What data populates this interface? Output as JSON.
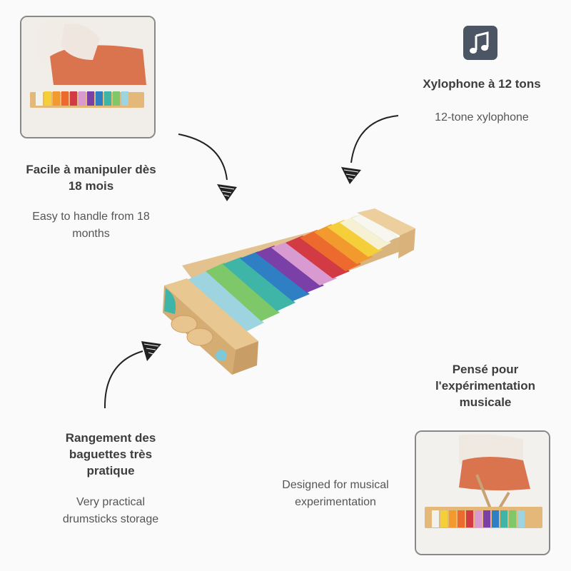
{
  "features": {
    "easy": {
      "title_fr": "Facile à manipuler dès 18 mois",
      "title_fr_line1": "Facile à manipuler dès",
      "title_fr_line2": "18 mois",
      "subtitle_en_line1": "Easy to handle from 18",
      "subtitle_en_line2": "months"
    },
    "tones": {
      "title_fr": "Xylophone à 12 tons",
      "subtitle_en": "12-tone xylophone",
      "icon": "music-note-icon"
    },
    "storage": {
      "title_fr_line1": "Rangement des",
      "title_fr_line2": "baguettes très",
      "title_fr_line3": "pratique",
      "subtitle_en_line1": "Very practical",
      "subtitle_en_line2": "drumsticks storage"
    },
    "experiment": {
      "title_fr_line1": "Pensé pour",
      "title_fr_line2": "l'expérimentation",
      "title_fr_line3": "musicale",
      "subtitle_en_line1": "Designed for musical",
      "subtitle_en_line2": "experimentation"
    }
  },
  "colors": {
    "bars": [
      "#9ed4e0",
      "#7fc86a",
      "#3fb5a8",
      "#2f7fc4",
      "#7b3fa8",
      "#d99ad2",
      "#d23a44",
      "#ec6a2e",
      "#f29a2e",
      "#f4cf3a",
      "#f6f1d2",
      "#f7f7f0"
    ],
    "wood": "#e4c28f",
    "icon_bg": "#4b5563"
  }
}
